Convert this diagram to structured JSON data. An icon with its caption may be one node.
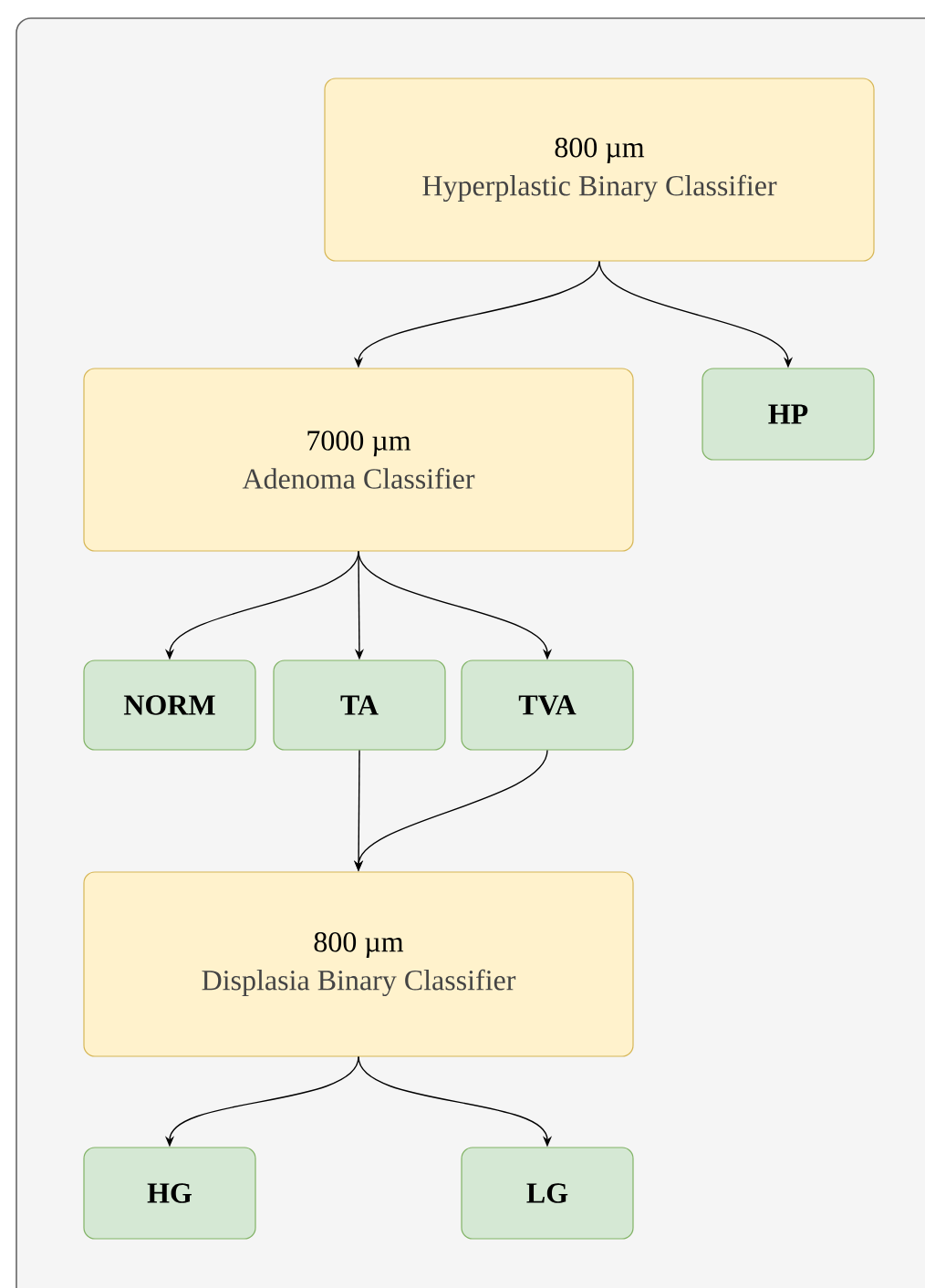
{
  "diagram": {
    "nodes": [
      {
        "text": [
          "800 µm",
          "Hyperplastic Binary Classifier"
        ]
      },
      {
        "text": [
          "HP"
        ]
      },
      {
        "text": [
          "7000 µm",
          "Adenoma Classifier"
        ]
      },
      {
        "text": [
          "NORM"
        ]
      },
      {
        "text": [
          "TA"
        ]
      },
      {
        "text": [
          "TVA"
        ]
      },
      {
        "text": [
          "800 µm",
          "Displasia Binary Classifier"
        ]
      },
      {
        "text": [
          "HG"
        ]
      },
      {
        "text": [
          "LG"
        ]
      }
    ],
    "edges": [
      {
        "from": 0,
        "to": 2,
        "arrow": "to"
      },
      {
        "from": 0,
        "to": 1,
        "arrow": "to"
      },
      {
        "from": 2,
        "to": 3,
        "arrow": "to"
      },
      {
        "from": 2,
        "to": 4,
        "arrow": "to"
      },
      {
        "from": 2,
        "to": 5,
        "arrow": "to"
      },
      {
        "from": 4,
        "to": 6,
        "arrow": "to"
      },
      {
        "from": 5,
        "to": 6,
        "arrow": "to"
      },
      {
        "from": 6,
        "to": 7,
        "arrow": "to"
      },
      {
        "from": 6,
        "to": 8,
        "arrow": "to"
      }
    ]
  }
}
